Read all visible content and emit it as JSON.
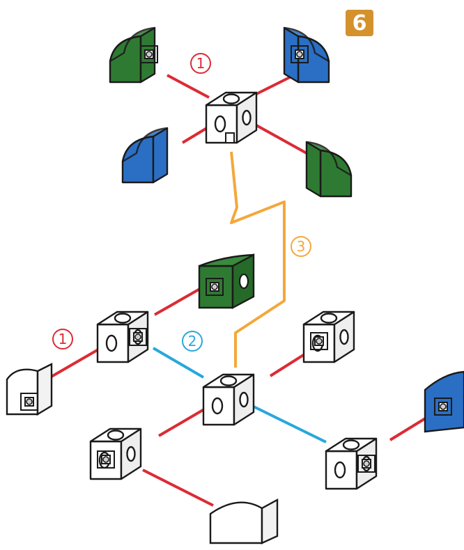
{
  "step_number": "6",
  "callout_1_top": "1",
  "callout_1_left": "1",
  "callout_2": "2",
  "callout_3": "3",
  "colors": {
    "badge": "#d4912c",
    "connector_red": "#dc2b34",
    "connector_blue": "#27a7dc",
    "connector_orange": "#f3a83b",
    "piece_green": "#2f7a32",
    "piece_blue": "#2a6fc4",
    "cube_white": "#ffffff",
    "outline": "#1a1a1a"
  }
}
